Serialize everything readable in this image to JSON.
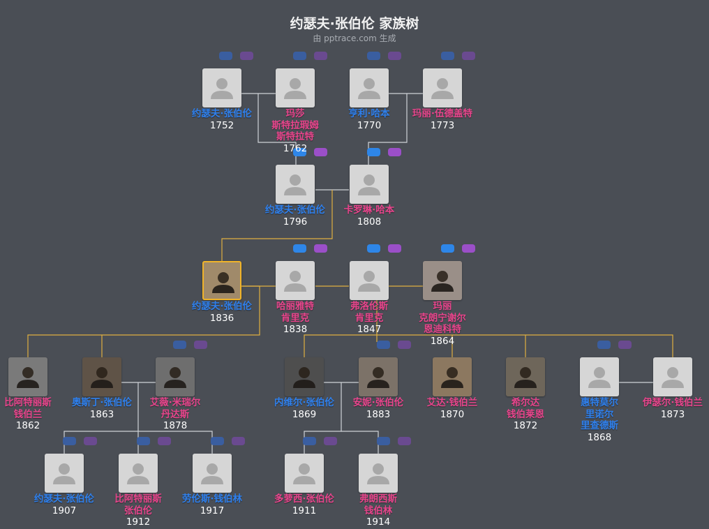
{
  "header": {
    "title": "约瑟夫·张伯伦 家族树",
    "subtitle": "由 pptrace.com 生成"
  },
  "colors": {
    "male": "#2f80ed",
    "female": "#e8458c",
    "background": "#4a4e55",
    "highlight_line": "#e0b040",
    "normal_line": "#cfd3d8"
  },
  "people": [
    {
      "id": "p1",
      "name": [
        "约瑟夫·张伯伦"
      ],
      "year": "1752",
      "gender": "m",
      "photo": false
    },
    {
      "id": "p2",
      "name": [
        "玛莎",
        "斯特拉瑕姆",
        "斯特拉特"
      ],
      "year": "1762",
      "gender": "f",
      "photo": false
    },
    {
      "id": "p3",
      "name": [
        "亨利·哈本"
      ],
      "year": "1770",
      "gender": "m",
      "photo": false
    },
    {
      "id": "p4",
      "name": [
        "玛丽·伍德盖特"
      ],
      "year": "1773",
      "gender": "f",
      "photo": false
    },
    {
      "id": "p5",
      "name": [
        "约瑟夫·张伯伦"
      ],
      "year": "1796",
      "gender": "m",
      "photo": false
    },
    {
      "id": "p6",
      "name": [
        "卡罗琳·哈本"
      ],
      "year": "1808",
      "gender": "f",
      "photo": false
    },
    {
      "id": "p7",
      "name": [
        "约瑟夫·张伯伦"
      ],
      "year": "1836",
      "gender": "m",
      "photo": true
    },
    {
      "id": "p8",
      "name": [
        "哈丽雅特",
        "肯里克"
      ],
      "year": "1838",
      "gender": "f",
      "photo": false
    },
    {
      "id": "p9",
      "name": [
        "弗洛伦斯",
        "肯里克"
      ],
      "year": "1847",
      "gender": "f",
      "photo": false
    },
    {
      "id": "p10",
      "name": [
        "玛丽",
        "克朗宁谢尔",
        "恩迪科特"
      ],
      "year": "1864",
      "gender": "f",
      "photo": true
    },
    {
      "id": "p11",
      "name": [
        "比阿特丽斯",
        "钱伯兰"
      ],
      "year": "1862",
      "gender": "f",
      "photo": true
    },
    {
      "id": "p12",
      "name": [
        "奥斯丁·张伯伦"
      ],
      "year": "1863",
      "gender": "m",
      "photo": true
    },
    {
      "id": "p13",
      "name": [
        "艾薇·米瑞尔",
        "丹达斯"
      ],
      "year": "1878",
      "gender": "f",
      "photo": true
    },
    {
      "id": "p14",
      "name": [
        "内维尔·张伯伦"
      ],
      "year": "1869",
      "gender": "m",
      "photo": true
    },
    {
      "id": "p15",
      "name": [
        "安妮·张伯伦"
      ],
      "year": "1883",
      "gender": "f",
      "photo": true
    },
    {
      "id": "p16",
      "name": [
        "艾达·钱伯兰"
      ],
      "year": "1870",
      "gender": "f",
      "photo": true
    },
    {
      "id": "p17",
      "name": [
        "希尔达",
        "钱伯莱恩"
      ],
      "year": "1872",
      "gender": "f",
      "photo": true
    },
    {
      "id": "p18",
      "name": [
        "惠特莫尔",
        "里诺尔",
        "里查德斯"
      ],
      "year": "1868",
      "gender": "m",
      "photo": false
    },
    {
      "id": "p19",
      "name": [
        "伊瑟尔·钱伯兰"
      ],
      "year": "1873",
      "gender": "f",
      "photo": false
    },
    {
      "id": "p20",
      "name": [
        "约瑟夫·张伯伦"
      ],
      "year": "1907",
      "gender": "m",
      "photo": false
    },
    {
      "id": "p21",
      "name": [
        "比阿特丽斯",
        "张伯伦"
      ],
      "year": "1912",
      "gender": "f",
      "photo": false
    },
    {
      "id": "p22",
      "name": [
        "劳伦斯·钱伯林"
      ],
      "year": "1917",
      "gender": "m",
      "photo": false
    },
    {
      "id": "p23",
      "name": [
        "多萝西·张伯伦"
      ],
      "year": "1911",
      "gender": "f",
      "photo": false
    },
    {
      "id": "p24",
      "name": [
        "弗朗西斯",
        "钱伯林"
      ],
      "year": "1914",
      "gender": "f",
      "photo": false
    }
  ]
}
